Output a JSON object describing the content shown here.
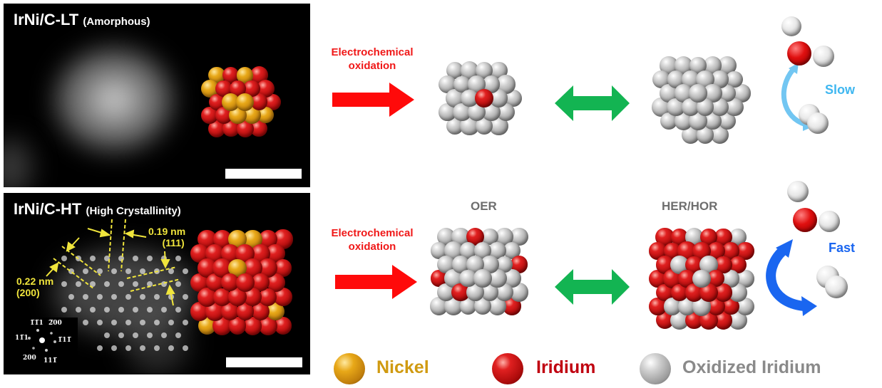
{
  "panels": [
    {
      "id": "lt",
      "title": "IrNi/C-LT",
      "subtitle": "(Amorphous)"
    },
    {
      "id": "ht",
      "title": "IrNi/C-HT",
      "subtitle": "(High Crystallinity)",
      "lattice_annotations": [
        {
          "spacing": "0.19 nm",
          "plane": "(111)"
        },
        {
          "spacing": "0.22 nm",
          "plane": "(200)"
        }
      ],
      "fft_labels": [
        "1̅1̅1",
        "2̅00",
        "11̅1",
        "1̅11̅",
        "200",
        "111̅"
      ]
    }
  ],
  "process": {
    "step_label": "Electrochemical oxidation",
    "step_label_line1": "Electrochemical",
    "step_label_line2": "oxidation",
    "oer_label": "OER",
    "her_label": "HER/HOR",
    "rows": [
      {
        "rate_label": "Slow",
        "rate_color": "#3fb7f0"
      },
      {
        "rate_label": "Fast",
        "rate_color": "#1a66f0"
      }
    ]
  },
  "legend": [
    {
      "label": "Nickel",
      "color": "#d09a10"
    },
    {
      "label": "Iridium",
      "color": "#c00010"
    },
    {
      "label": "Oxidized Iridium",
      "color": "#8a8a8a"
    }
  ],
  "colors": {
    "oxidation_arrow": "#ff0a0a",
    "equilibrium_arrow": "#13b452",
    "annotation_yellow": "#f0e53c"
  }
}
